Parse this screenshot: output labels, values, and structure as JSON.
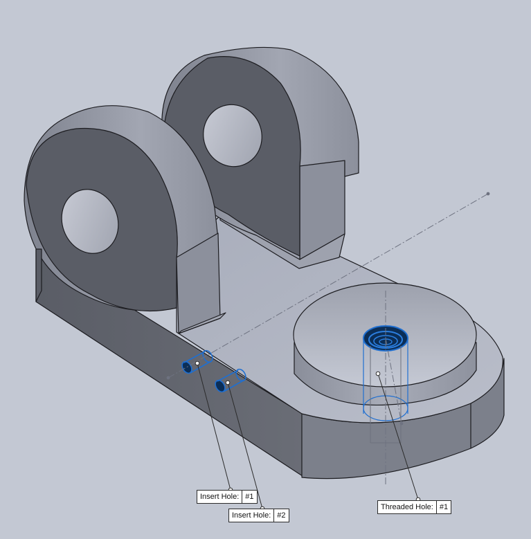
{
  "viewport": {
    "background": "#c3c8d3"
  },
  "colors": {
    "top_face": "#b3b7c4",
    "top_face_dark": "#a8adbb",
    "side_face": "#5e616a",
    "side_face_light": "#8e929f",
    "edge": "#1c1c20",
    "highlight": "#1f6fd1",
    "leader": "#2b2b2b"
  },
  "callouts": {
    "insert_hole_1": {
      "label": "Insert Hole:",
      "value": "#1"
    },
    "insert_hole_2": {
      "label": "Insert Hole:",
      "value": "#2"
    },
    "threaded_hole_1": {
      "label": "Threaded Hole:",
      "value": "#1"
    }
  }
}
